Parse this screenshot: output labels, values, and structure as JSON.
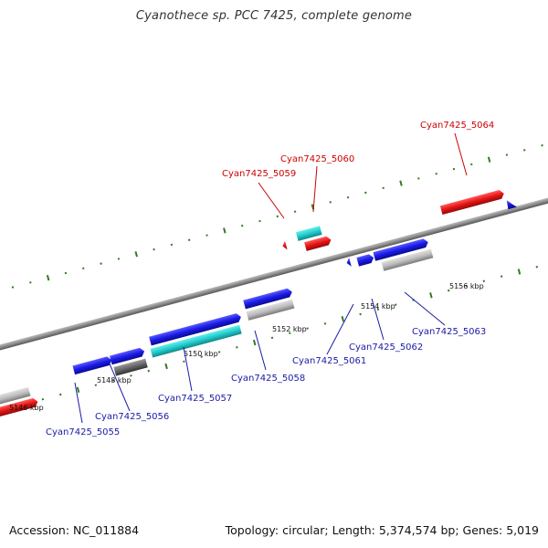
{
  "title": "Cyanothece sp. PCC 7425, complete genome",
  "footer": {
    "accession": "Accession: NC_011884",
    "info": "Topology: circular; Length: 5,374,574 bp; Genes: 5,019"
  },
  "colors": {
    "forward": "#1a1ae6",
    "reverse_red": "#e61414",
    "cyan": "#22cccc",
    "gray": "#bdbdbd",
    "dark_gray": "#666666",
    "backbone": "#8c8c8c",
    "tick": "#2e7d1e",
    "red_label": "#cc0000",
    "blue_label": "#1a1aa6"
  },
  "kbp_labels": [
    "5146 kbp",
    "5148 kbp",
    "5150 kbp",
    "5152 kbp",
    "5154 kbp",
    "5156 kbp"
  ],
  "gene_labels": [
    {
      "text": "Cyan7425_5055",
      "color": "blue"
    },
    {
      "text": "Cyan7425_5056",
      "color": "blue"
    },
    {
      "text": "Cyan7425_5057",
      "color": "blue"
    },
    {
      "text": "Cyan7425_5058",
      "color": "blue"
    },
    {
      "text": "Cyan7425_5059",
      "color": "red"
    },
    {
      "text": "Cyan7425_5060",
      "color": "red"
    },
    {
      "text": "Cyan7425_5061",
      "color": "blue"
    },
    {
      "text": "Cyan7425_5062",
      "color": "blue"
    },
    {
      "text": "Cyan7425_5063",
      "color": "blue"
    },
    {
      "text": "Cyan7425_5064",
      "color": "red"
    }
  ]
}
